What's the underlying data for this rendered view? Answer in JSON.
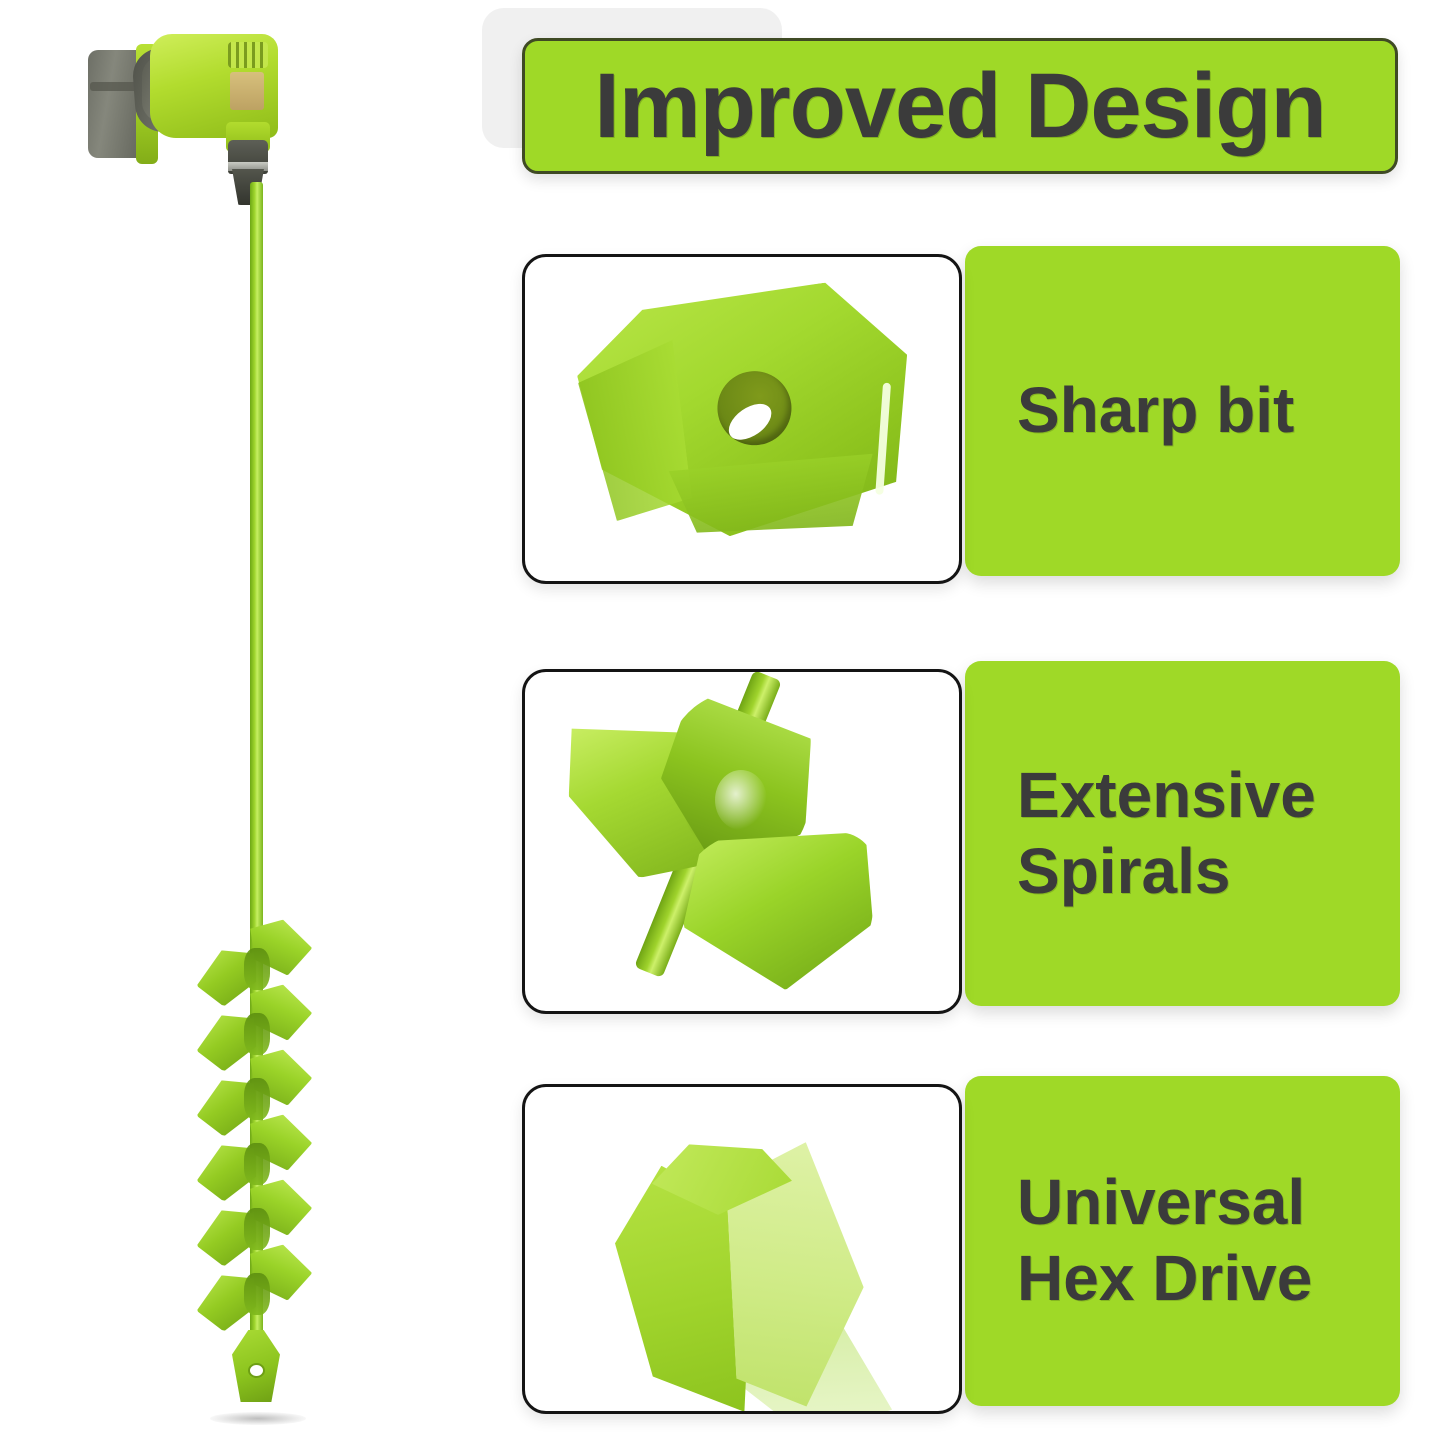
{
  "header": {
    "title": "Improved Design",
    "banner_bg": "#9fd927",
    "banner_border": "#3f4a24",
    "text_color": "#3b3b3b",
    "backplate_color": "#f0f0f0"
  },
  "product": {
    "name": "cordless-drill-with-earth-auger-bit",
    "drill_body_color": "#b2dc2e",
    "drill_grip_color": "#5a5c52",
    "battery_color": "#6d6f66",
    "auger_color": "#9ed42c",
    "shaft_color": "#7bb51c"
  },
  "features": [
    {
      "id": "sharp-bit",
      "art": "hex-blade-icon",
      "lines": [
        "Sharp bit"
      ],
      "label_bg": "#9fd927",
      "card_bg": "#ffffff",
      "card_border": "#141414"
    },
    {
      "id": "extensive-spirals",
      "art": "auger-spiral-icon",
      "lines": [
        "Extensive",
        "Spirals"
      ],
      "label_bg": "#9fd927",
      "card_bg": "#ffffff",
      "card_border": "#141414"
    },
    {
      "id": "universal-hex-drive",
      "art": "hex-shaft-icon",
      "lines": [
        "Universal",
        "Hex Drive"
      ],
      "label_bg": "#9fd927",
      "card_bg": "#ffffff",
      "card_border": "#141414"
    }
  ]
}
